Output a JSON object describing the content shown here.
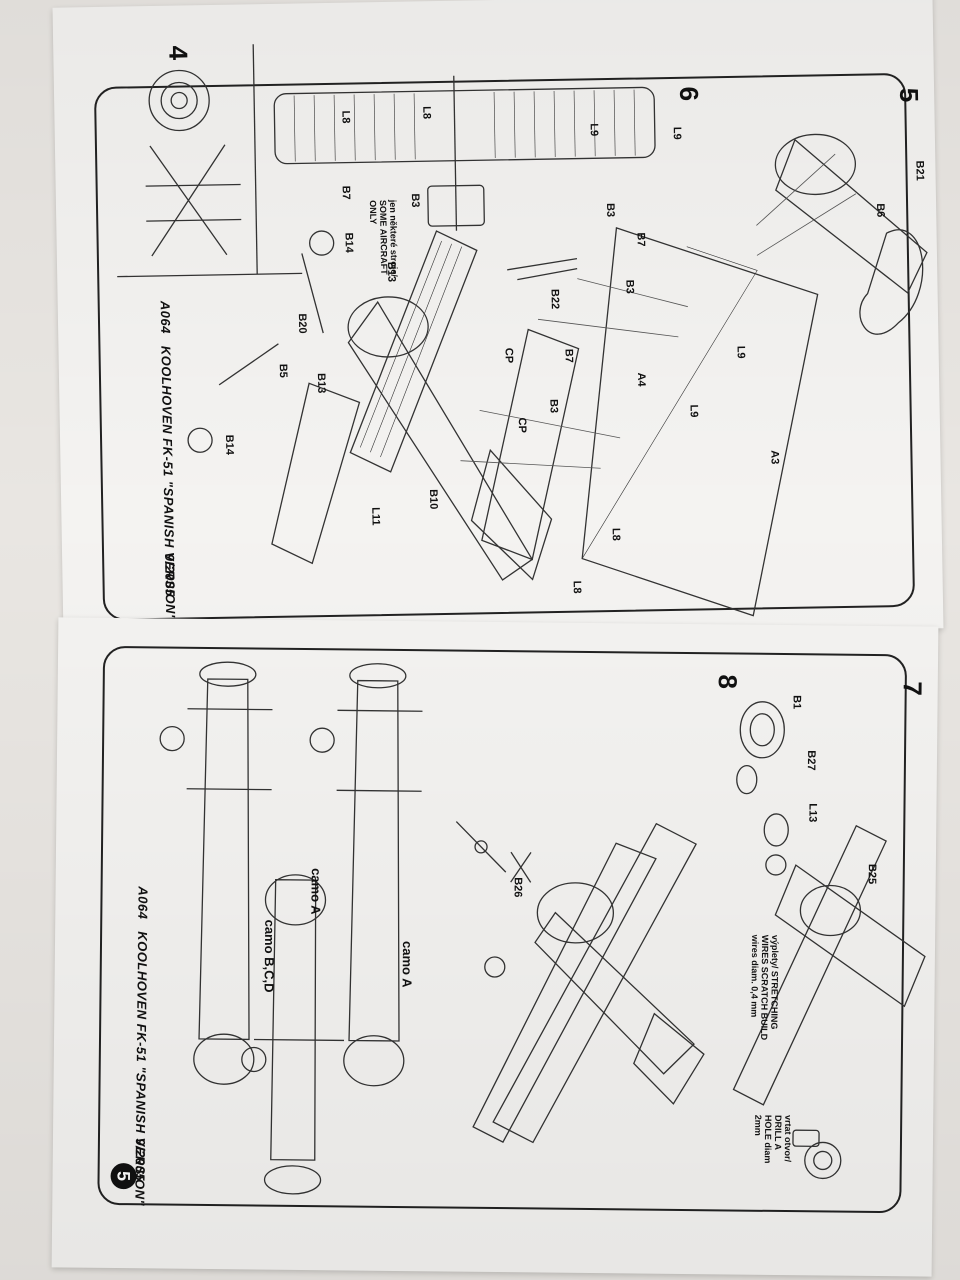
{
  "top_page": {
    "step_5": "5",
    "step_6": "6",
    "step_4": "4",
    "footer_code": "A064",
    "footer_title": "KOOLHOVEN FK-51 \"SPANISH VERSION\"",
    "footer_date": "9/2005",
    "note_some_aircraft": "jen některé stroje/ SOME AIRCRAFT ONLY",
    "parts": {
      "b21": "B21",
      "b6": "B6",
      "l9_a": "L9",
      "l9_b": "L9",
      "l9_c": "L9",
      "l9_d": "L9",
      "a3": "A3",
      "a4": "A4",
      "l8_a": "L8",
      "l8_b": "L8",
      "l8_c": "L8",
      "l8_d": "L8",
      "b3_a": "B3",
      "b3_b": "B3",
      "b3_c": "B3",
      "b3_d": "B3",
      "b7_a": "B7",
      "b7_b": "B7",
      "b7_c": "B7",
      "b22": "B22",
      "cp_a": "CP",
      "cp_b": "CP",
      "b10": "B10",
      "l11": "L11",
      "b13_a": "B13",
      "b13_b": "B13",
      "b14_a": "B14",
      "b14_b": "B14",
      "b20": "B20",
      "b5": "B5"
    }
  },
  "bottom_page": {
    "step_7": "7",
    "step_8": "8",
    "page_number": "5",
    "footer_code": "A064",
    "footer_title": "KOOLHOVEN FK-51 \"SPANISH VERSION\"",
    "footer_date": "9/2005",
    "note_wires": "výplety/ STRETCHING WIRES SCRATCH BUILD wires diam. 0,4 mm",
    "note_drill": "vrtat otvor/ DRILL A HOLE diam 2mm",
    "parts": {
      "b1": "B1",
      "b27": "B27",
      "l13": "L13",
      "b25": "B25",
      "b26": "B26"
    },
    "camo_a_1": "camo A",
    "camo_a_2": "camo A",
    "camo_bcd": "camo B,C,D"
  }
}
